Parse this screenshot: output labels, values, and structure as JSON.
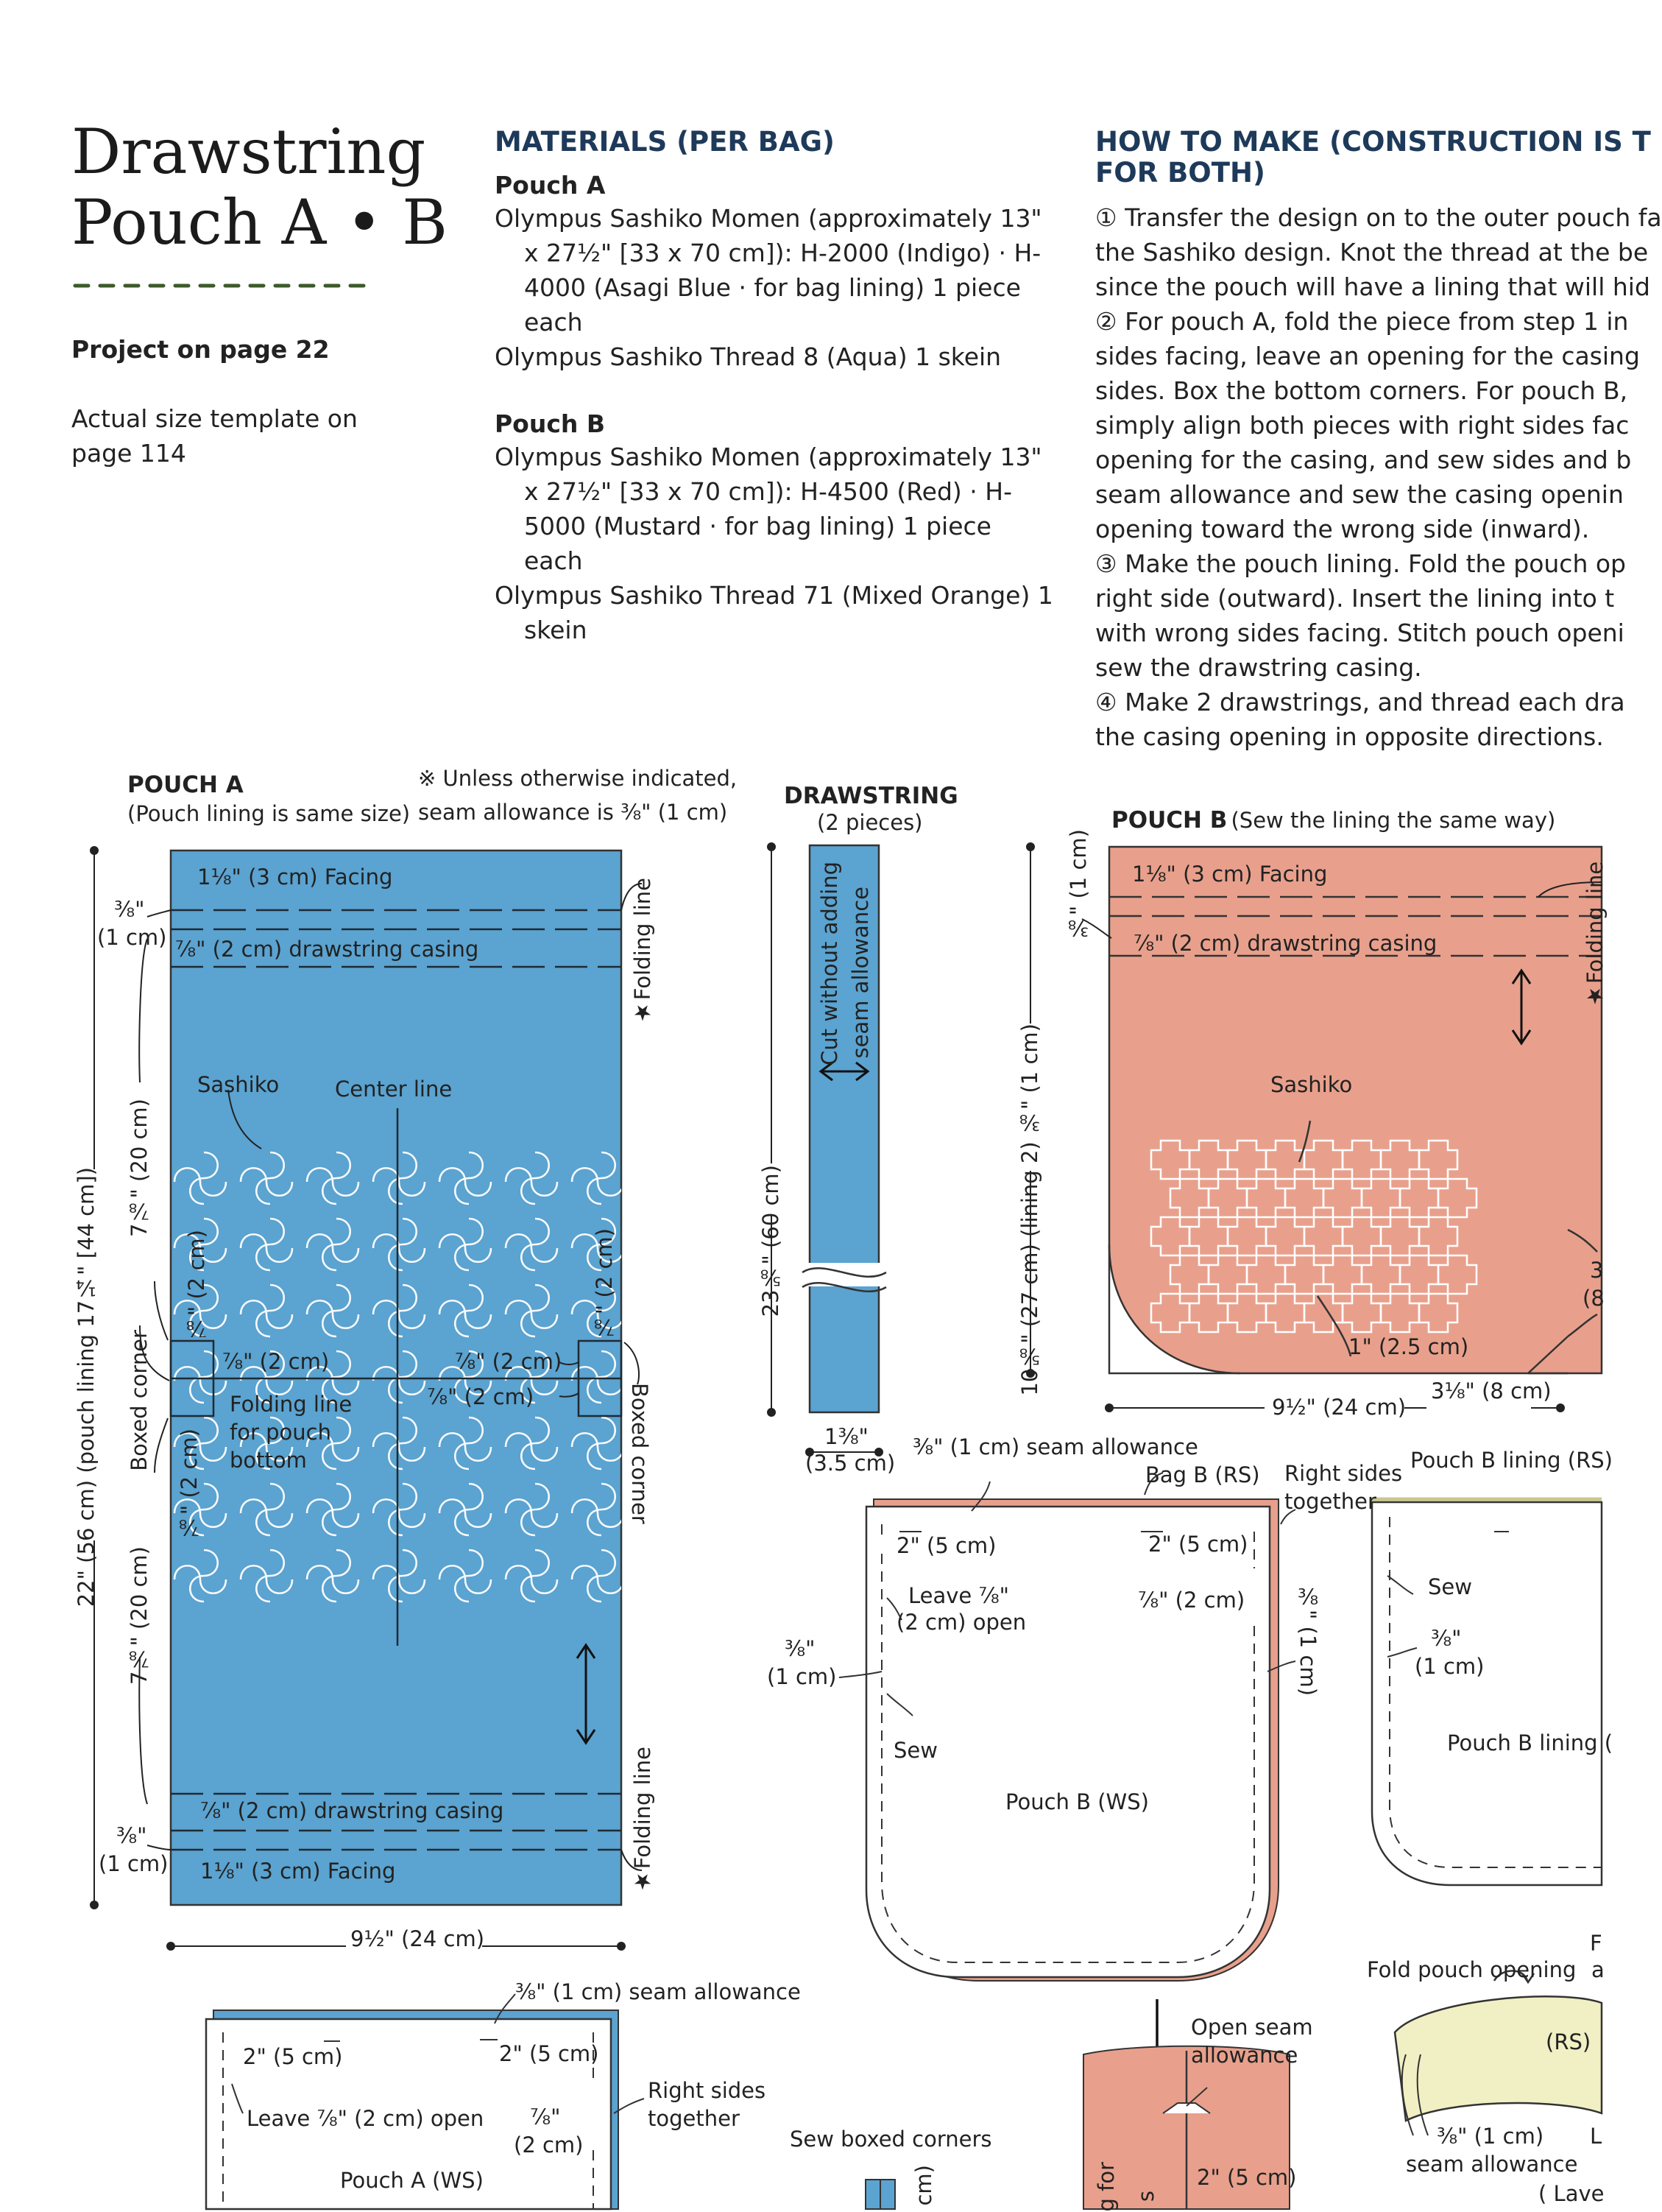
{
  "header": {
    "title_line1": "Drawstring",
    "title_line2": "Pouch A • B",
    "project_ref": "Project on page 22",
    "template_ref": "Actual size template on page 114"
  },
  "materials": {
    "heading": "MATERIALS (PER BAG)",
    "pouch_a_title": "Pouch A",
    "pouch_a_fabric": "Olympus Sashiko Momen (approximately 13\" x 27½\" [33 x 70 cm]): H-2000 (Indigo) · H-4000 (Asagi Blue · for bag lining) 1 piece each",
    "pouch_a_thread": "Olympus Sashiko Thread 8 (Aqua) 1 skein",
    "pouch_b_title": "Pouch B",
    "pouch_b_fabric": "Olympus Sashiko Momen (approximately 13\" x 27½\" [33  x 70 cm]): H-4500 (Red) · H-5000 (Mustard · for bag lining) 1 piece each",
    "pouch_b_thread": "Olympus Sashiko Thread 71 (Mixed Orange) 1 skein"
  },
  "howto": {
    "heading_line1": "HOW TO MAKE (CONSTRUCTION IS T",
    "heading_line2": "FOR BOTH)",
    "lines": [
      "① Transfer the design on to the outer pouch fa",
      "the Sashiko design. Knot the thread at the be",
      "since the pouch will have a lining that will hid",
      "② For pouch A, fold the piece from step 1 in",
      "sides facing, leave an opening for the casing",
      "sides. Box the bottom corners. For pouch B,",
      "simply align both pieces with right sides fac",
      "opening for the casing, and sew sides and b",
      "seam allowance and sew the casing openin",
      "opening toward the wrong side (inward).",
      "③ Make the pouch lining. Fold the pouch op",
      "right side (outward). Insert the lining into t",
      "with wrong sides facing. Stitch pouch openi",
      "sew the drawstring casing.",
      "④ Make 2 drawstrings, and thread each dra",
      "the casing opening in opposite directions."
    ]
  },
  "pouch_a": {
    "title": "POUCH A",
    "subtitle": "(Pouch lining is same size)",
    "note_line1": "※ Unless otherwise indicated,",
    "note_line2": "seam allowance is ⅜\" (1 cm)",
    "facing_top": "1⅛\" (3 cm) Facing",
    "casing_top": "⅞\" (2 cm) drawstring casing",
    "casing_bottom": "⅞\" (2 cm) drawstring casing",
    "facing_bottom": "1⅛\" (3 cm) Facing",
    "sa_top": "⅜\"",
    "sa_top_cm": "(1 cm)",
    "sa_bottom": "⅜\"",
    "sa_bottom_cm": "(1 cm)",
    "folding_line": "★Folding line",
    "sashiko": "Sashiko",
    "center_line": "Center line",
    "dim_upper": "7⅞\" (20 cm)",
    "dim_lower": "7⅞\" (20 cm)",
    "dim_total": "22\" (56 cm) (pouch lining 17¼\" [44 cm])",
    "boxed_corner": "Boxed corner",
    "box_v_up": "⅞\" (2 cm)",
    "box_v_down": "⅞\" (2 cm)",
    "box_h_left": "⅞\" (2 cm)",
    "box_h_right": "⅞\" (2 cm)",
    "box_h_right2": "⅞\" (2 cm)",
    "box_v_right": "⅞\" (2 cm)",
    "fold_bottom_1": "Folding line",
    "fold_bottom_2": "for pouch",
    "fold_bottom_3": "bottom",
    "width": "9½\" (24 cm)"
  },
  "drawstring": {
    "title": "DRAWSTRING",
    "subtitle": "(2 pieces)",
    "cut_note_1": "Cut without adding",
    "cut_note_2": "seam allowance",
    "length": "23⅝\" (60 cm)",
    "width_in": "1⅜\"",
    "width_cm": "(3.5 cm)"
  },
  "pouch_b": {
    "title": "POUCH B",
    "subtitle": "(Sew the lining the same way)",
    "facing": "1⅛\" (3 cm) Facing",
    "casing": "⅞\" (2 cm) drawstring casing",
    "sa": "⅜\" (1 cm)",
    "height": "10⅝\" (27 cm) (lining 2) ⅜\" (1 cm)",
    "folding_line": "★Folding line",
    "sashiko": "Sashiko",
    "corner_dim": "1\" (2.5 cm)",
    "width": "9½\" (24 cm)",
    "corner_width": "3⅛\" (8 cm)",
    "side_a": "3",
    "side_b": "(8"
  },
  "step_b": {
    "sa_label": "⅜\" (1 cm) seam allowance",
    "bag_b_rs": "Bag B (RS)",
    "right_sides_1": "Right sides",
    "right_sides_2": "together",
    "dim_2in_l": "2\" (5 cm)",
    "dim_2in_r": "2\" (5 cm)",
    "leave_1": "Leave ⅞\"",
    "leave_2": "(2 cm) open",
    "dim_78": "⅞\" (2 cm)",
    "dim_38_side": "⅜\" (1 cm)",
    "sa_left_1": "⅜\"",
    "sa_left_2": "(1 cm)",
    "sew": "Sew",
    "pouch_ws": "Pouch B (WS)",
    "lining_rs": "Pouch B lining (RS)",
    "lining_sew": "Sew",
    "lining_sa_1": "⅜\"",
    "lining_sa_2": "(1 cm)",
    "lining_label": "Pouch B lining (",
    "fold_opening": "Fold pouch opening",
    "f_letter": "F",
    "a_letter": "a",
    "rs": "(RS)",
    "lining_sa_bottom_1": "⅜\" (1 cm)",
    "lining_sa_bottom_2": "seam allowance",
    "leave_fragment": "( Lave",
    "l_letter": "L",
    "open_seam_1": "Open seam",
    "open_seam_2": "allowance",
    "casing_2in": "2\" (5 cm)",
    "g_for": "g for",
    "s_letter": "s"
  },
  "step_a": {
    "sa_label": "⅜\" (1 cm) seam allowance",
    "dim_2in_l": "2\" (5 cm)",
    "dim_2in_r": "2\" (5 cm)",
    "leave": "Leave ⅞\" (2 cm) open",
    "dim_78_1": "⅞\"",
    "dim_78_2": "(2 cm)",
    "right_sides_1": "Right sides",
    "right_sides_2": "together",
    "pouch_ws": "Pouch A (WS)",
    "sew_boxed": "Sew boxed corners",
    "cm_fragment": "cm)"
  },
  "colors": {
    "blue": "#5ba3d0",
    "salmon": "#e8a08c",
    "pale_yellow": "#f1f0c4",
    "navy": "#1e3a5a",
    "green_stitch": "#3d5a2a"
  }
}
